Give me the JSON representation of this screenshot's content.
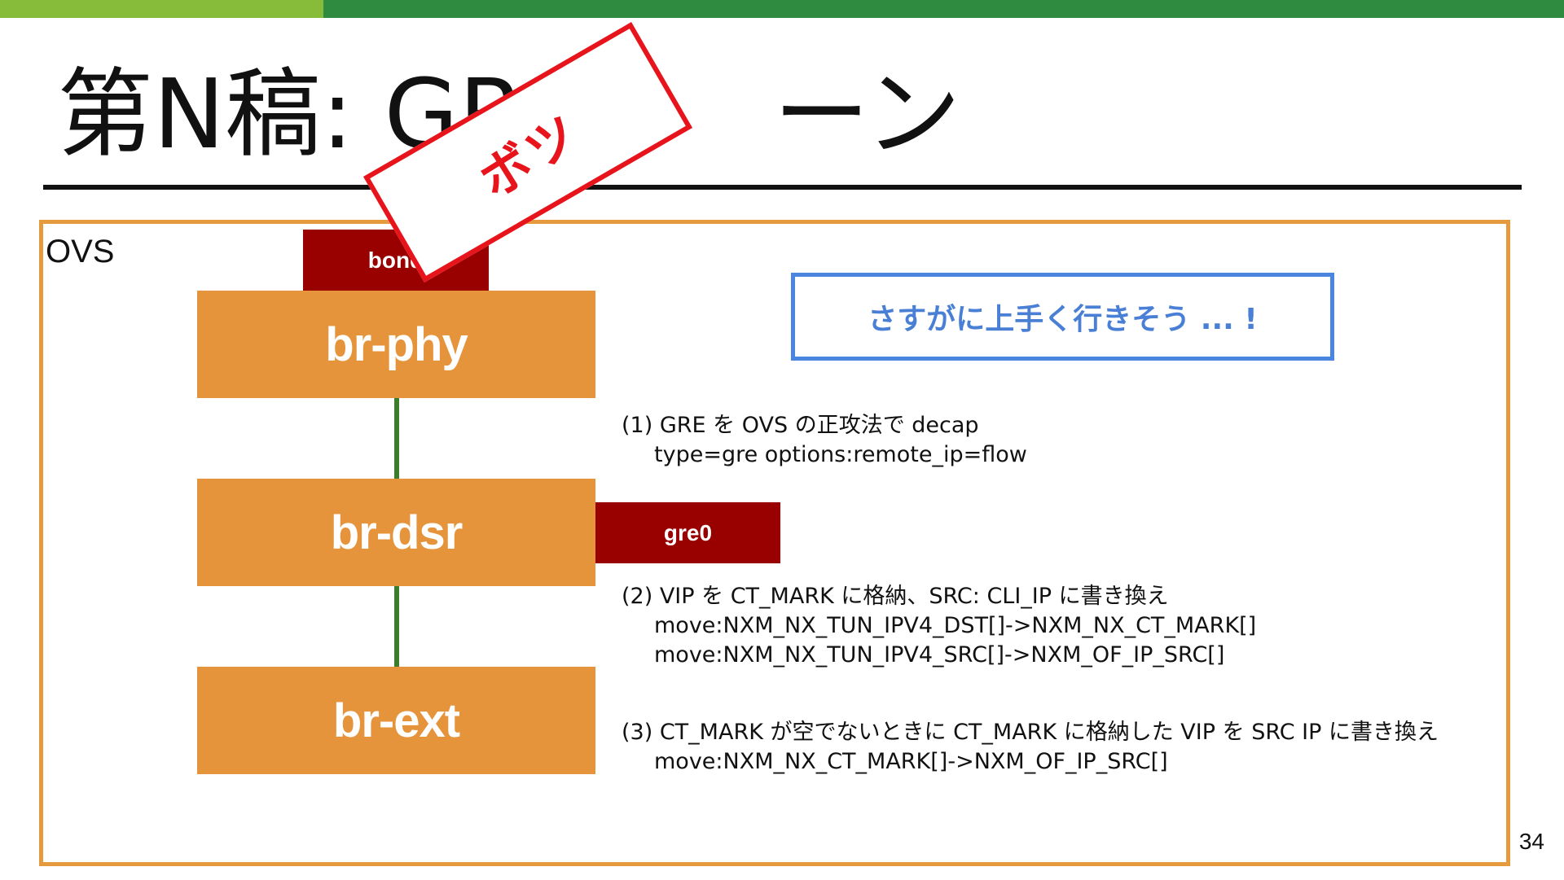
{
  "slide": {
    "title": "第N稿: GRE",
    "title_tail": "ーン",
    "page_number": "34",
    "colors": {
      "topbar_light": "#86bc3a",
      "topbar_dark": "#2e8b3f",
      "frame": "#e59a3e",
      "bridge": "#e6943c",
      "port": "#990000",
      "connector": "#3b7d2a",
      "callout": "#4a86e0",
      "stamp": "#e8141c"
    }
  },
  "diagram": {
    "container_label": "OVS",
    "ports": {
      "bond": "bond",
      "gre0": "gre0"
    },
    "bridges": {
      "phy": "br-phy",
      "dsr": "br-dsr",
      "ext": "br-ext"
    },
    "callout": "さすがに上手く行きそう ... !",
    "stamp": "ボツ"
  },
  "notes": [
    {
      "heading": "(1) GRE を OVS の正攻法で decap",
      "lines": [
        "type=gre options:remote_ip=flow"
      ]
    },
    {
      "heading": "(2) VIP を CT_MARK に格納、SRC: CLI_IP に書き換え",
      "lines": [
        "move:NXM_NX_TUN_IPV4_DST[]->NXM_NX_CT_MARK[]",
        "move:NXM_NX_TUN_IPV4_SRC[]->NXM_OF_IP_SRC[]"
      ]
    },
    {
      "heading": "(3) CT_MARK が空でないときに CT_MARK に格納した VIP を SRC IP に書き換え",
      "lines": [
        "move:NXM_NX_CT_MARK[]->NXM_OF_IP_SRC[]"
      ]
    }
  ]
}
